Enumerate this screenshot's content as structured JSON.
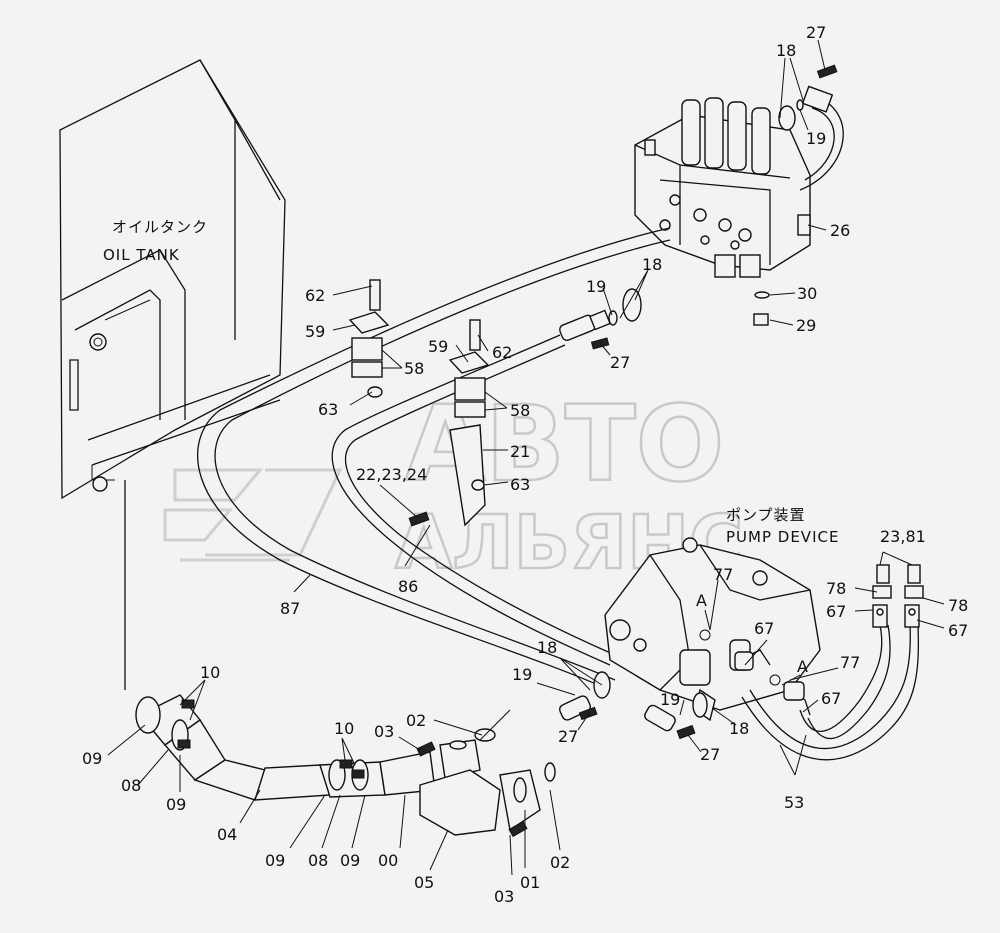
{
  "tank": {
    "label_jp": "オイルタンク",
    "label_en": "OIL TANK"
  },
  "pump": {
    "label_jp": "ポンプ装置",
    "label_en": "PUMP DEVICE"
  },
  "watermark": {
    "line1": "АВТО",
    "line2": "АЛЬЯНС"
  },
  "callouts": {
    "c27_top": "27",
    "c18_top": "18",
    "c19_top": "19",
    "c26": "26",
    "c30": "30",
    "c29": "29",
    "c18_mid": "18",
    "c19_mid": "19",
    "c27_mid": "27",
    "c62_a": "62",
    "c59_a": "59",
    "c58_a": "58",
    "c63_a": "63",
    "c59_b": "59",
    "c62_b": "62",
    "c58_b": "58",
    "c21": "21",
    "c63_b": "63",
    "c22_24": "22,23,24",
    "c86": "86",
    "c87": "87",
    "c77_a": "77",
    "c_A1": "A",
    "c67_a": "67",
    "c77_b": "77",
    "c_A2": "A",
    "c67_b": "67",
    "c23_81": "23,81",
    "c78_a": "78",
    "c78_b": "78",
    "c67_c": "67",
    "c67_d": "67",
    "c53": "53",
    "c18_low": "18",
    "c19_low": "19",
    "c02_a": "02",
    "c27_low": "27",
    "c19_pump": "19",
    "c18_pump": "18",
    "c27_pump": "27",
    "c10_a": "10",
    "c09_a": "09",
    "c08_a": "08",
    "c09_b": "09",
    "c04": "04",
    "c10_b": "10",
    "c03_a": "03",
    "c09_c": "09",
    "c08_b": "08",
    "c09_d": "09",
    "c00": "00",
    "c05": "05",
    "c03_b": "03",
    "c01": "01",
    "c02_b": "02"
  }
}
